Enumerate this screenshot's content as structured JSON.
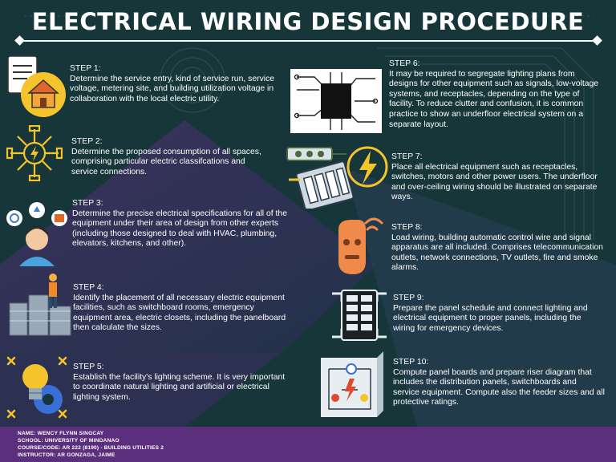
{
  "title": "ELECTRICAL WIRING DESIGN PROCEDURE",
  "steps": [
    {
      "label": "STEP 1:",
      "text": "Determine the service entry, kind of service run, service voltage, metering site, and building utilization voltage in collaboration with the local electric utility."
    },
    {
      "label": "STEP 2:",
      "text": "Determine the proposed consumption of all spaces, comprising particular electric classifcations and service connections."
    },
    {
      "label": "STEP 3:",
      "text": "Determine the precise electrical specifications for all of the equipment under their area of design from other experts (including those designed to deal with HVAC, plumbing, elevators, kitchens, and other)."
    },
    {
      "label": "STEP 4:",
      "text": "Identify the placement of all necessary electric equipment facilities, such as switchboard rooms, emergency equipment area, electric closets, including the panelboard then calculate the sizes."
    },
    {
      "label": "STEP 5:",
      "text": "Establish the facility's lighting scheme. It is very important to coordinate natural lighting and artificial or electrical lighting system."
    },
    {
      "label": "STEP 6:",
      "text": "It may be required to segregate lighting plans from designs for other equipment such as signals, low-voltage systems, and receptacles, depending on the type of facility. To reduce clutter and confusion, it is common practice to show an underfloor electrical system on a separate layout."
    },
    {
      "label": "STEP 7:",
      "text": "Place all electrical equipment such as receptacles, switches, motors and other power users. The underfloor and over-ceiling wiring should be illustrated on separate ways."
    },
    {
      "label": "STEP 8:",
      "text": "Load wiring, building automatic control wire and signal apparatus are all included. Comprises telecommunication outlets, network connections, TV outlets, fire and smoke alarms."
    },
    {
      "label": "STEP 9:",
      "text": "Prepare the panel schedule and connect lighting and electrical equipment  to proper panels, including the wiring for emergency devices."
    },
    {
      "label": "STEP 10:",
      "text": "Compute panel boards and prepare riser diagram that includes the distribution panels, switchboards and service equipment. Compute also the feeder sizes and all protective ratings."
    }
  ],
  "footer": {
    "name": "NAME: WENCY FLYNN SINGCAY",
    "school": "SCHOOL: UNIVERSITY OF MINDANAO",
    "course": "COURSE/CODE: AR 222 (8190) - BUILDING UTILITIES 2",
    "instructor": "INSTRUCTOR: AR GONZAGA, JAIME"
  },
  "icons": [
    "document-icon",
    "house-icon",
    "power-distribution-icon",
    "team-icon",
    "factory-equipment-icon",
    "lightbulb-gear-icon",
    "circuit-chip-icon",
    "outlet-bolt-icon",
    "smart-sensor-icon",
    "panel-board-icon",
    "riser-diagram-icon"
  ],
  "colors": {
    "background": "#17363a",
    "footer": "#5c2f7c",
    "accent": "#f3c52a",
    "orange": "#f08a4b"
  }
}
